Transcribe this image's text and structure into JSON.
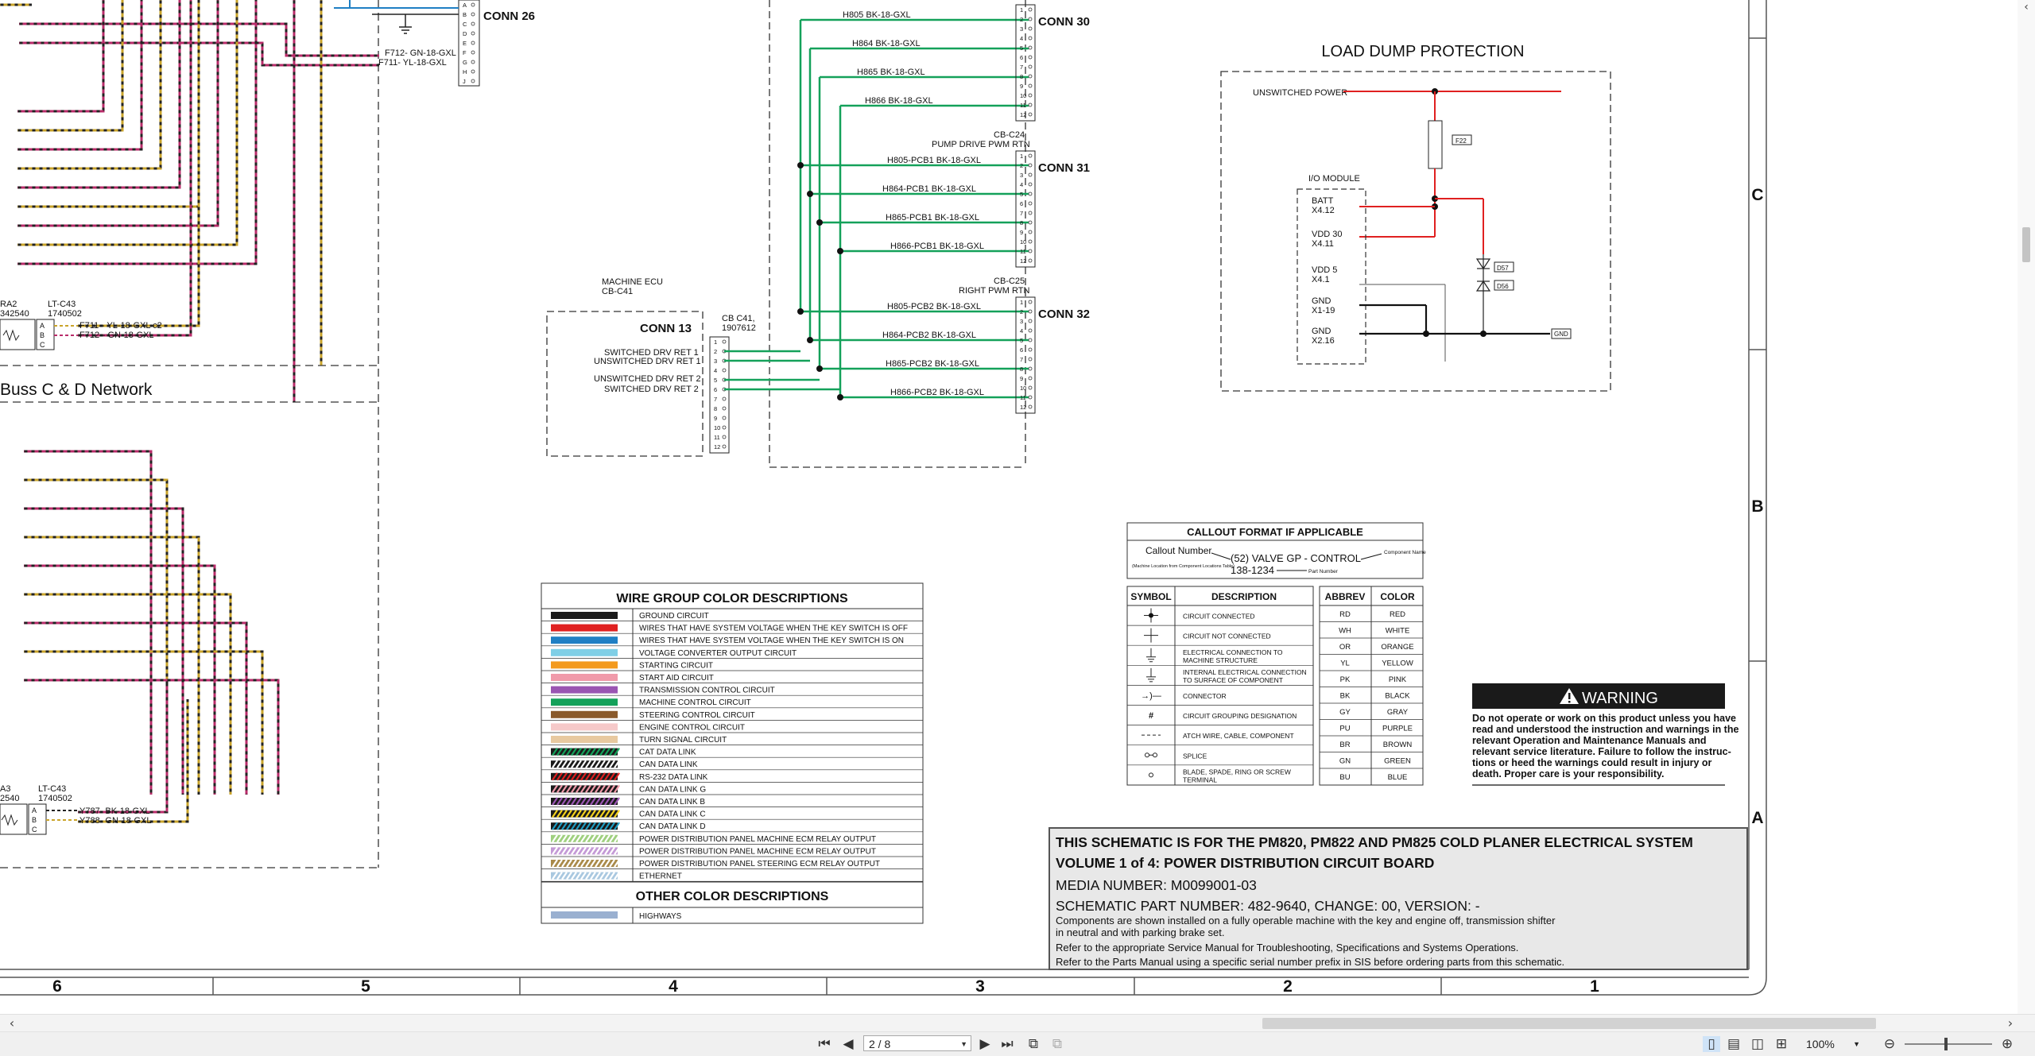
{
  "conn26": {
    "label": "CONN 26",
    "pins": [
      "A",
      "B",
      "C",
      "D",
      "E",
      "F",
      "G",
      "H",
      "J"
    ],
    "wires": [
      "F712-  GN-18-GXL",
      "F711-  YL-18-GXL"
    ]
  },
  "conn30": {
    "label": "CONN 30",
    "pins": [
      "1",
      "2",
      "3",
      "4",
      "5",
      "6",
      "7",
      "8",
      "9",
      "10",
      "11",
      "12"
    ],
    "wires": [
      "H805  BK-18-GXL",
      "H864  BK-18-GXL",
      "H865  BK-18-GXL",
      "H866  BK-18-GXL"
    ]
  },
  "conn31": {
    "label": "CONN 31",
    "cb": "CB-C24",
    "cb_desc": "PUMP DRIVE PWM RTN",
    "wires": [
      "H805-PCB1  BK-18-GXL",
      "H864-PCB1  BK-18-GXL",
      "H865-PCB1  BK-18-GXL",
      "H866-PCB1  BK-18-GXL"
    ]
  },
  "conn32": {
    "label": "CONN 32",
    "cb": "CB-C25",
    "cb_desc": "RIGHT PWM RTN",
    "wires": [
      "H805-PCB2  BK-18-GXL",
      "H864-PCB2  BK-18-GXL",
      "H865-PCB2  BK-18-GXL",
      "H866-PCB2  BK-18-GXL"
    ]
  },
  "conn13": {
    "label": "CONN 13",
    "ecu": "MACHINE ECU",
    "ecu_id": "CB-C41",
    "cb": "CB C41,",
    "cb_part": "1907612",
    "pins": [
      "1",
      "2",
      "3",
      "4",
      "5",
      "6",
      "7",
      "8",
      "9",
      "10",
      "11",
      "12"
    ],
    "signals": [
      "SWITCHED DRV RET 1",
      "UNSWITCHED DRV RET 1",
      "UNSWITCHED DRV RET 2",
      "SWITCHED DRV RET 2"
    ]
  },
  "left_components": {
    "upper": {
      "ra": "RA2",
      "ra_num": "342540",
      "lt": "LT-C43",
      "lt_num": "1740502",
      "pins": [
        "A",
        "B",
        "C"
      ],
      "wires": [
        "F711--   YL-18-GXL c2",
        "F712--   GN-18-GXL"
      ]
    },
    "lower": {
      "ra": "A3",
      "ra_num": "2540",
      "lt": "LT-C43",
      "lt_num": "1740502",
      "pins": [
        "A",
        "B",
        "C"
      ],
      "wires": [
        "Y787-   BK-18-GXL",
        "Y788-   GN-18-GXL"
      ]
    },
    "network_title": "Buss C & D Network"
  },
  "load_dump": {
    "title": "LOAD DUMP PROTECTION",
    "unswitched": "UNSWITCHED POWER",
    "fuse": "F22",
    "module": "I/O MODULE",
    "pins": [
      {
        "name": "BATT",
        "pin": "X4.12"
      },
      {
        "name": "VDD 30",
        "pin": "X4.11"
      },
      {
        "name": "VDD 5",
        "pin": "X4.1"
      },
      {
        "name": "GND",
        "pin": "X1-19"
      },
      {
        "name": "GND",
        "pin": "X2.16"
      }
    ],
    "diodes": [
      "D57",
      "D56"
    ],
    "gnd": "GND"
  },
  "wire_group": {
    "title": "WIRE GROUP COLOR DESCRIPTIONS",
    "rows": [
      {
        "desc": "GROUND CIRCUIT",
        "color": "#1a1a1a",
        "color2": ""
      },
      {
        "desc": "WIRES THAT HAVE SYSTEM VOLTAGE WHEN THE KEY SWITCH IS OFF",
        "color": "#e02020",
        "color2": ""
      },
      {
        "desc": "WIRES THAT HAVE SYSTEM VOLTAGE WHEN THE KEY SWITCH IS ON",
        "color": "#1f7fc4",
        "color2": ""
      },
      {
        "desc": "VOLTAGE CONVERTER OUTPUT CIRCUIT",
        "color": "#7fcfe6",
        "color2": ""
      },
      {
        "desc": "STARTING CIRCUIT",
        "color": "#f39a1e",
        "color2": ""
      },
      {
        "desc": "START AID CIRCUIT",
        "color": "#f09aaa",
        "color2": ""
      },
      {
        "desc": "TRANSMISSION CONTROL CIRCUIT",
        "color": "#9a55b2",
        "color2": ""
      },
      {
        "desc": "MACHINE CONTROL CIRCUIT",
        "color": "#14a15a",
        "color2": ""
      },
      {
        "desc": "STEERING CONTROL CIRCUIT",
        "color": "#8a5a2b",
        "color2": ""
      },
      {
        "desc": "ENGINE CONTROL CIRCUIT",
        "color": "#f6c9c9",
        "color2": ""
      },
      {
        "desc": "TURN SIGNAL CIRCUIT",
        "color": "#e8c9a0",
        "color2": ""
      },
      {
        "desc": "CAT DATA LINK",
        "color": "#1a1a1a",
        "color2": "#14a15a"
      },
      {
        "desc": "CAN DATA LINK",
        "color": "#1a1a1a",
        "color2": "#ffffff"
      },
      {
        "desc": "RS-232 DATA LINK",
        "color": "#1a1a1a",
        "color2": "#e02020"
      },
      {
        "desc": "CAN DATA LINK G",
        "color": "#1a1a1a",
        "color2": "#f09aaa"
      },
      {
        "desc": "CAN DATA LINK B",
        "color": "#1a1a1a",
        "color2": "#9a55b2"
      },
      {
        "desc": "CAN DATA LINK C",
        "color": "#1a1a1a",
        "color2": "#f3d21e"
      },
      {
        "desc": "CAN DATA LINK D",
        "color": "#1a1a1a",
        "color2": "#1f9fc4"
      },
      {
        "desc": "POWER DISTRIBUTION PANEL MACHINE ECM RELAY OUTPUT",
        "color": "#9fd07f",
        "color2": "#ffffff"
      },
      {
        "desc": "POWER DISTRIBUTION PANEL MACHINE ECM RELAY OUTPUT",
        "color": "#c49ad6",
        "color2": "#ffffff"
      },
      {
        "desc": "POWER DISTRIBUTION PANEL STEERING ECM RELAY OUTPUT",
        "color": "#a98a4a",
        "color2": "#ffffff"
      },
      {
        "desc": "ETHERNET",
        "color": "#a9c8e0",
        "color2": "#ffffff"
      }
    ],
    "other_title": "OTHER COLOR DESCRIPTIONS",
    "other_rows": [
      {
        "desc": "HIGHWAYS",
        "color": "#9ab0d0"
      }
    ]
  },
  "callout": {
    "title": "CALLOUT FORMAT IF APPLICABLE",
    "callout_number": "Callout Number",
    "callout_sub": "(Machine Location from Component Locations Table)",
    "example": "(52) VALVE GP - CONTROL",
    "part": "138-1234",
    "component_name": "Component Name",
    "part_number": "Part Number"
  },
  "symbols": {
    "headers": [
      "SYMBOL",
      "DESCRIPTION"
    ],
    "rows": [
      {
        "glyph": "dot-cross",
        "desc": "CIRCUIT CONNECTED"
      },
      {
        "glyph": "cross",
        "desc": "CIRCUIT NOT CONNECTED"
      },
      {
        "glyph": "ground",
        "desc": "ELECTRICAL CONNECTION TO MACHINE STRUCTURE"
      },
      {
        "glyph": "ground2",
        "desc": "INTERNAL ELECTRICAL CONNECTION TO SURFACE OF COMPONENT"
      },
      {
        "glyph": "connector",
        "desc": "CONNECTOR"
      },
      {
        "glyph": "hash",
        "desc": "CIRCUIT GROUPING DESIGNATION"
      },
      {
        "glyph": "dashes",
        "desc": "ATCH WIRE, CABLE, COMPONENT"
      },
      {
        "glyph": "splice",
        "desc": "SPLICE"
      },
      {
        "glyph": "ring",
        "desc": "BLADE, SPADE, RING OR SCREW TERMINAL"
      }
    ]
  },
  "abbrev": {
    "headers": [
      "ABBREV",
      "COLOR"
    ],
    "rows": [
      [
        "RD",
        "RED"
      ],
      [
        "WH",
        "WHITE"
      ],
      [
        "OR",
        "ORANGE"
      ],
      [
        "YL",
        "YELLOW"
      ],
      [
        "PK",
        "PINK"
      ],
      [
        "BK",
        "BLACK"
      ],
      [
        "GY",
        "GRAY"
      ],
      [
        "PU",
        "PURPLE"
      ],
      [
        "BR",
        "BROWN"
      ],
      [
        "GN",
        "GREEN"
      ],
      [
        "BU",
        "BLUE"
      ]
    ]
  },
  "warning": {
    "title": "WARNING",
    "text": [
      "Do not operate or work on this product unless you have",
      "read and understood the instruction and warnings in the",
      "relevant Operation and Maintenance Manuals and",
      "relevant service literature. Failure to follow the instruc-",
      "tions or heed the warnings could result in injury or",
      "death. Proper care is your responsibility."
    ]
  },
  "title_block": {
    "line1": "THIS SCHEMATIC IS FOR THE PM820, PM822 AND PM825 COLD PLANER ELECTRICAL SYSTEM",
    "line2": "VOLUME 1 of 4: POWER DISTRIBUTION CIRCUIT BOARD",
    "media": "MEDIA NUMBER: M0099001-03",
    "part": "SCHEMATIC PART NUMBER: 482-9640, CHANGE: 00, VERSION: -",
    "notes": [
      "Components are shown installed on a fully operable machine with the key and engine off, transmission shifter",
      "in neutral and with parking brake set.",
      "Refer to the appropriate Service Manual for Troubleshooting, Specifications and Systems Operations.",
      "Refer to the Parts Manual using a specific serial number prefix in SIS before ordering parts from this schematic."
    ]
  },
  "grid": {
    "cols": [
      "6",
      "5",
      "4",
      "3",
      "2",
      "1"
    ],
    "rows": [
      "C",
      "B",
      "A"
    ]
  },
  "viewer": {
    "page": "2 / 8",
    "zoom": "100%"
  }
}
